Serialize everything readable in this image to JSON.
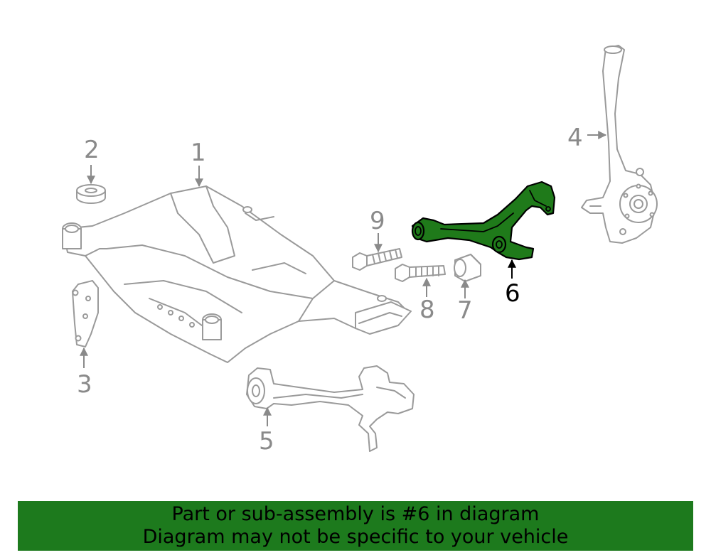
{
  "callouts": {
    "c1": "1",
    "c2": "2",
    "c3": "3",
    "c4": "4",
    "c5": "5",
    "c6": "6",
    "c7": "7",
    "c8": "8",
    "c9": "9"
  },
  "highlight": {
    "callout": "6",
    "color": "#1d7a1d"
  },
  "banner": {
    "line1": "Part or sub-assembly is #6 in diagram",
    "line2": "Diagram may not be specific to your vehicle",
    "background": "#1d7a1d"
  }
}
